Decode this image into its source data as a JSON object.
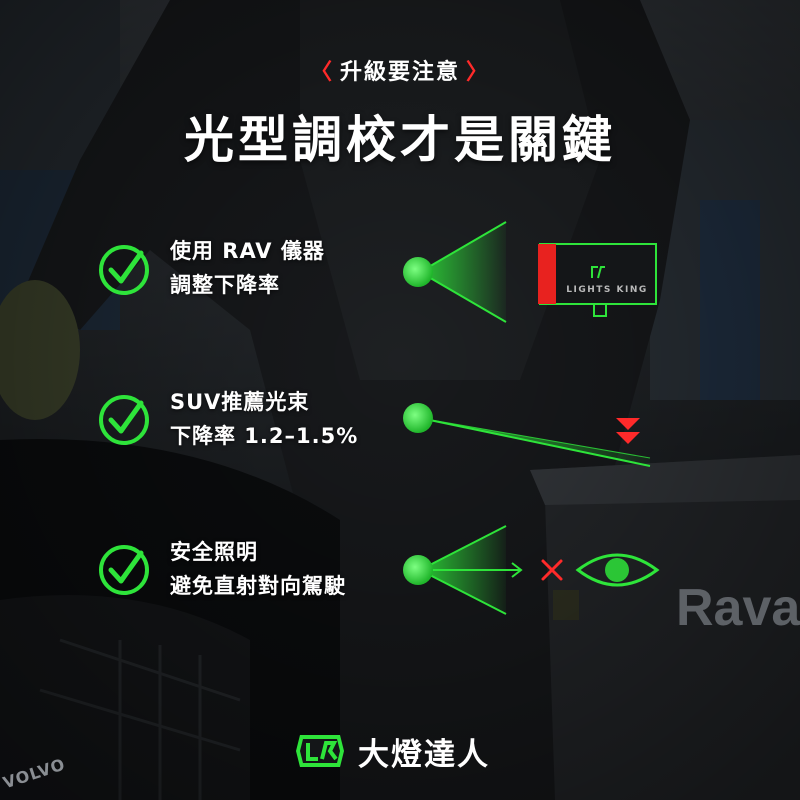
{
  "header": {
    "kicker_open": "〈",
    "kicker_text": "升級要注意",
    "kicker_close": "〉",
    "headline": "光型調校才是關鍵"
  },
  "tips": [
    {
      "line1": "使用 RAV 儀器",
      "line2": "調整下降率"
    },
    {
      "line1": "SUV推薦光束",
      "line2": "下降率 1.2–1.5%"
    },
    {
      "line1": "安全照明",
      "line2": "避免直射對向駕駛"
    }
  ],
  "diagram": {
    "lamp_label": "LIGHTS KING"
  },
  "brand": {
    "name": "大燈達人"
  },
  "background_text": {
    "machine_brand": "Rava",
    "car_badge": "VOLVO"
  },
  "colors": {
    "accent_green": "#2ee43a",
    "alert_red": "#ff2a2a",
    "text_white": "#ffffff"
  },
  "icons": [
    "check-circle-icon",
    "headlamp-bulb-icon",
    "aim-tool-icon",
    "drop-arrow-icon",
    "cross-icon",
    "eye-icon",
    "brand-logo-icon"
  ]
}
